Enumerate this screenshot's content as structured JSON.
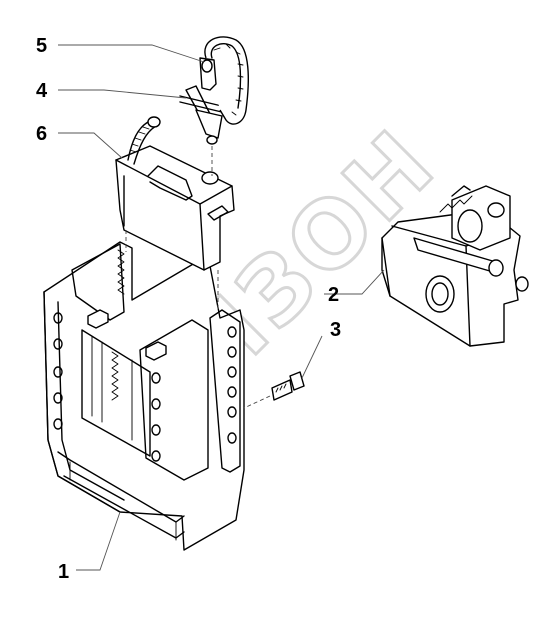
{
  "watermark": {
    "text": "ЗИЗОН",
    "color": "#d7d7d7"
  },
  "callouts": [
    {
      "id": "callout-1",
      "label": "1"
    },
    {
      "id": "callout-2",
      "label": "2"
    },
    {
      "id": "callout-3",
      "label": "3"
    },
    {
      "id": "callout-4",
      "label": "4"
    },
    {
      "id": "callout-5",
      "label": "5"
    },
    {
      "id": "callout-6",
      "label": "6"
    }
  ],
  "colors": {
    "line": "#000000",
    "background": "#ffffff",
    "leader": "#555555"
  }
}
